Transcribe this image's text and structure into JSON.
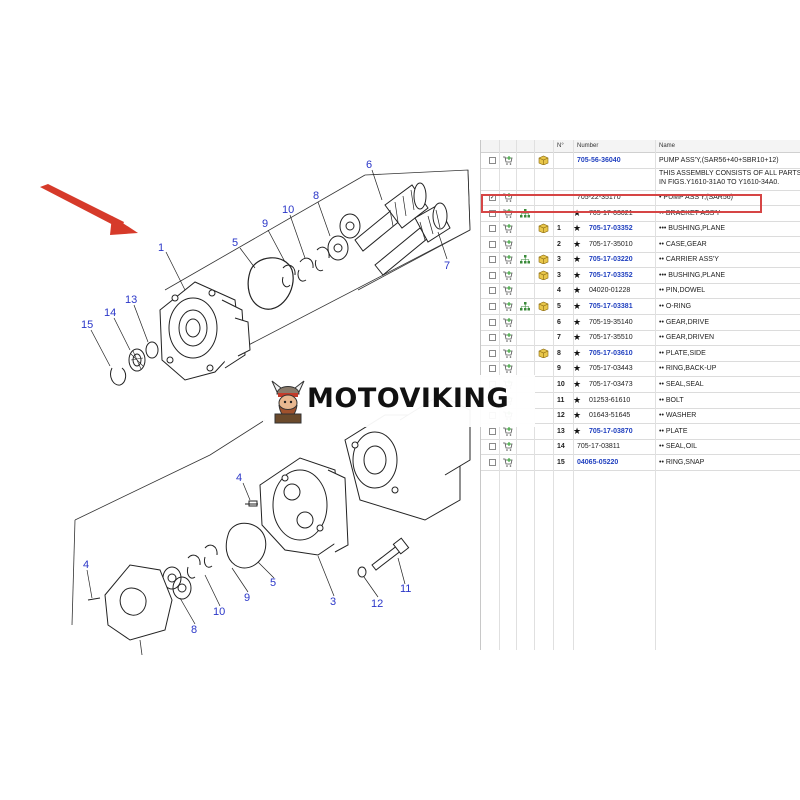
{
  "table": {
    "headers": {
      "no": "N°",
      "number": "Number",
      "name": "Name"
    },
    "rows": [
      {
        "no": "",
        "number": "705-56-36040",
        "name": "PUMP ASS'Y,(SAR56+40+SBR10+12)",
        "link": true,
        "star": false,
        "checked": false,
        "tree": false,
        "box": true
      },
      {
        "no": "",
        "number": "",
        "name_lines": [
          "THIS ASSEMBLY CONSISTS OF ALL PARTS",
          "IN FIGS.Y1610-31A0 TO Y1610-34A0."
        ],
        "link": false,
        "star": false,
        "checked": false,
        "tree": false,
        "box": false
      },
      {
        "no": "",
        "number": "705-22-35170",
        "name": "• PUMP ASS'Y,(SAR56)",
        "link": false,
        "star": false,
        "checked": true,
        "tree": false,
        "box": false
      },
      {
        "no": "",
        "number": "705-17-03021",
        "name": "•• BRACKET ASS'Y",
        "link": false,
        "star": true,
        "checked": false,
        "tree": true,
        "box": false
      },
      {
        "no": "1",
        "number": "705-17-03352",
        "name": "••• BUSHING,PLANE",
        "link": true,
        "star": true,
        "checked": false,
        "tree": false,
        "box": true
      },
      {
        "no": "2",
        "number": "705-17-35010",
        "name": "•• CASE,GEAR",
        "link": false,
        "star": true,
        "checked": false,
        "tree": false,
        "box": false
      },
      {
        "no": "3",
        "number": "705-17-03220",
        "name": "•• CARRIER ASS'Y",
        "link": true,
        "star": true,
        "checked": false,
        "tree": true,
        "box": true
      },
      {
        "no": "3",
        "number": "705-17-03352",
        "name": "••• BUSHING,PLANE",
        "link": true,
        "star": true,
        "checked": false,
        "tree": false,
        "box": true
      },
      {
        "no": "4",
        "number": "04020-01228",
        "name": "•• PIN,DOWEL",
        "link": false,
        "star": true,
        "checked": false,
        "tree": false,
        "box": false
      },
      {
        "no": "5",
        "number": "705-17-03381",
        "name": "•• O-RING",
        "link": true,
        "star": true,
        "checked": false,
        "tree": true,
        "box": true
      },
      {
        "no": "6",
        "number": "705-19-35140",
        "name": "•• GEAR,DRIVE",
        "link": false,
        "star": true,
        "checked": false,
        "tree": false,
        "box": false
      },
      {
        "no": "7",
        "number": "705-17-35510",
        "name": "•• GEAR,DRIVEN",
        "link": false,
        "star": true,
        "checked": false,
        "tree": false,
        "box": false
      },
      {
        "no": "8",
        "number": "705-17-03610",
        "name": "•• PLATE,SIDE",
        "link": true,
        "star": true,
        "checked": false,
        "tree": false,
        "box": true
      },
      {
        "no": "9",
        "number": "705-17-03443",
        "name": "•• RING,BACK-UP",
        "link": false,
        "star": true,
        "checked": false,
        "tree": false,
        "box": false
      },
      {
        "no": "10",
        "number": "705-17-03473",
        "name": "•• SEAL,SEAL",
        "link": false,
        "star": true,
        "checked": false,
        "tree": false,
        "box": false
      },
      {
        "no": "11",
        "number": "01253-61610",
        "name": "•• BOLT",
        "link": false,
        "star": true,
        "checked": false,
        "tree": false,
        "box": false
      },
      {
        "no": "12",
        "number": "01643-51645",
        "name": "•• WASHER",
        "link": false,
        "star": true,
        "checked": false,
        "tree": false,
        "box": false
      },
      {
        "no": "13",
        "number": "705-17-03870",
        "name": "•• PLATE",
        "link": true,
        "star": true,
        "checked": false,
        "tree": false,
        "box": false
      },
      {
        "no": "14",
        "number": "705-17-03811",
        "name": "•• SEAL,OIL",
        "link": false,
        "star": false,
        "checked": false,
        "tree": false,
        "box": false
      },
      {
        "no": "15",
        "number": "04065-05220",
        "name": "•• RING,SNAP",
        "link": true,
        "star": false,
        "checked": false,
        "tree": false,
        "box": false
      }
    ]
  },
  "diagram": {
    "callouts": [
      "1",
      "5",
      "9",
      "10",
      "8",
      "6",
      "7",
      "13",
      "14",
      "15",
      "4",
      "3",
      "5",
      "9",
      "10",
      "8",
      "4",
      "12",
      "11"
    ]
  },
  "watermark": {
    "text": "MOTOVIKING"
  },
  "colors": {
    "link": "#1f3fbf",
    "callout": "#2a36c8",
    "highlight": "#d64545",
    "arrow": "#d63a2a"
  },
  "icons": [
    "cart-add-icon",
    "tree-icon",
    "parts-box-icon",
    "star-icon",
    "checkbox-icon",
    "viking-logo-icon"
  ]
}
